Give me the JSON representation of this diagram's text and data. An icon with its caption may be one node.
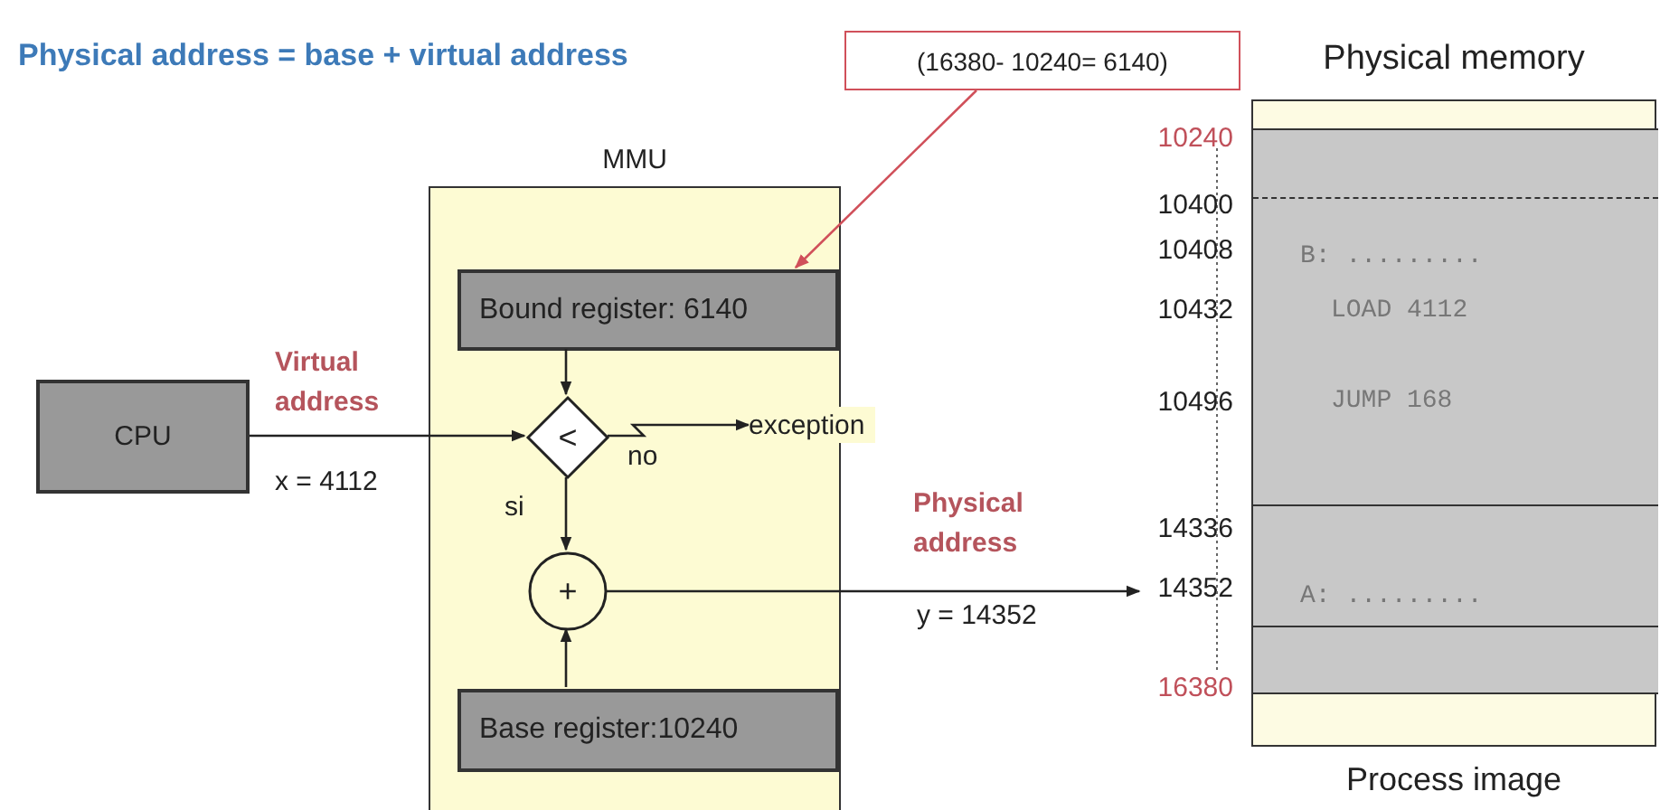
{
  "diagram": {
    "title": "Physical address = base + virtual address",
    "nodes": [
      {
        "text": [
          "MMU"
        ]
      },
      {
        "text": [
          "Bound register: 6140"
        ],
        "in": 0
      },
      {
        "text": [
          "<"
        ],
        "in": 0
      },
      {
        "text": [
          "+"
        ],
        "in": 0
      },
      {
        "text": [
          "Base register:10240"
        ],
        "in": 0
      },
      {
        "text": [
          "CPU"
        ]
      },
      {
        "text": [
          "(16380- 10240= 6140)"
        ]
      },
      {
        "text": [
          "exception"
        ]
      },
      {
        "text": [
          "Physical memory",
          "Process image"
        ]
      },
      {
        "text": [
          "B: .........",
          "LOAD 4112",
          "JUMP 168",
          "A: ........."
        ],
        "in": 8
      },
      {
        "text": [
          "14352"
        ]
      }
    ],
    "edges": [
      {
        "from": 5,
        "to": 2,
        "arrow": "to",
        "label": "Virtual address"
      },
      {
        "from": 1,
        "to": 2,
        "arrow": "to"
      },
      {
        "from": 2,
        "to": 7,
        "arrow": "to",
        "label": "no"
      },
      {
        "from": 2,
        "to": 3,
        "arrow": "to",
        "label": "si"
      },
      {
        "from": 4,
        "to": 3,
        "arrow": "to"
      },
      {
        "from": 3,
        "to": 10,
        "arrow": "to",
        "label": "Physical address"
      },
      {
        "from": 6,
        "to": 1,
        "arrow": "to",
        "color": "#d0505a"
      }
    ],
    "labels": [
      "x = 4112",
      "y = 14352",
      "10240",
      "10400",
      "10408",
      "10432",
      "10496",
      "14336",
      "16380"
    ]
  }
}
